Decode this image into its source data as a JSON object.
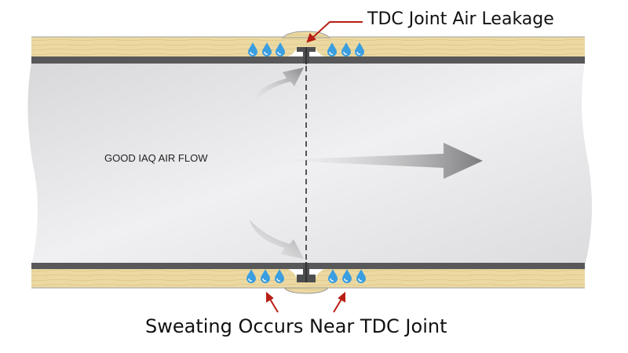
{
  "labels": {
    "top": "TDC Joint Air Leakage",
    "bottom": "Sweating Occurs Near TDC Joint",
    "flow": "GOOD IAQ AIR FLOW"
  },
  "colors": {
    "insulation": "#ecd9a2",
    "duct_wall": "#58585a",
    "duct_interior": "#e6e6e8",
    "water_drop": "#3a9ee0",
    "callout_arrow": "#b81e14",
    "flow_arrow": "#8a8a8c"
  }
}
